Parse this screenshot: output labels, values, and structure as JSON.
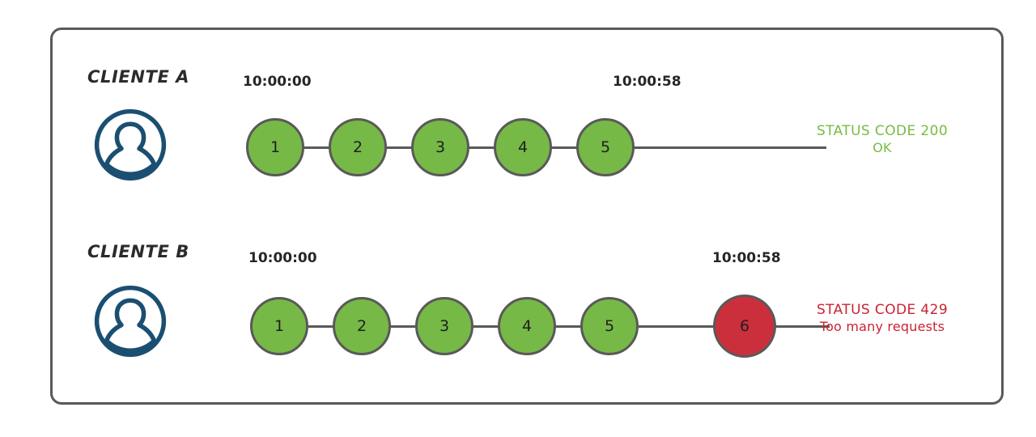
{
  "frame": {
    "border_color": "#595959",
    "background": "#ffffff"
  },
  "palette": {
    "green_fill": "#76b947",
    "red_fill": "#cc2f3c",
    "node_stroke": "#595959",
    "avatar_color": "#1b4f72",
    "status_ok_color": "#77bc44",
    "status_error_color": "#cc2233",
    "text_color": "#2b2b2b"
  },
  "rows": [
    {
      "id": "client-a",
      "label": "CLIENTE A",
      "avatar_icon": "user-avatar-icon",
      "start_time": "10:00:00",
      "end_time": "10:00:58",
      "requests": [
        {
          "number": "1",
          "state": "ok"
        },
        {
          "number": "2",
          "state": "ok"
        },
        {
          "number": "3",
          "state": "ok"
        },
        {
          "number": "4",
          "state": "ok"
        },
        {
          "number": "5",
          "state": "ok"
        }
      ],
      "status": {
        "line1": "STATUS CODE 200",
        "line2": "OK",
        "state": "ok"
      }
    },
    {
      "id": "client-b",
      "label": "CLIENTE B",
      "avatar_icon": "user-avatar-icon",
      "start_time": "10:00:00",
      "end_time": "10:00:58",
      "requests": [
        {
          "number": "1",
          "state": "ok"
        },
        {
          "number": "2",
          "state": "ok"
        },
        {
          "number": "3",
          "state": "ok"
        },
        {
          "number": "4",
          "state": "ok"
        },
        {
          "number": "5",
          "state": "ok"
        },
        {
          "number": "6",
          "state": "blocked"
        }
      ],
      "status": {
        "line1": "STATUS CODE 429",
        "line2": "Too many requests",
        "state": "error"
      }
    }
  ]
}
